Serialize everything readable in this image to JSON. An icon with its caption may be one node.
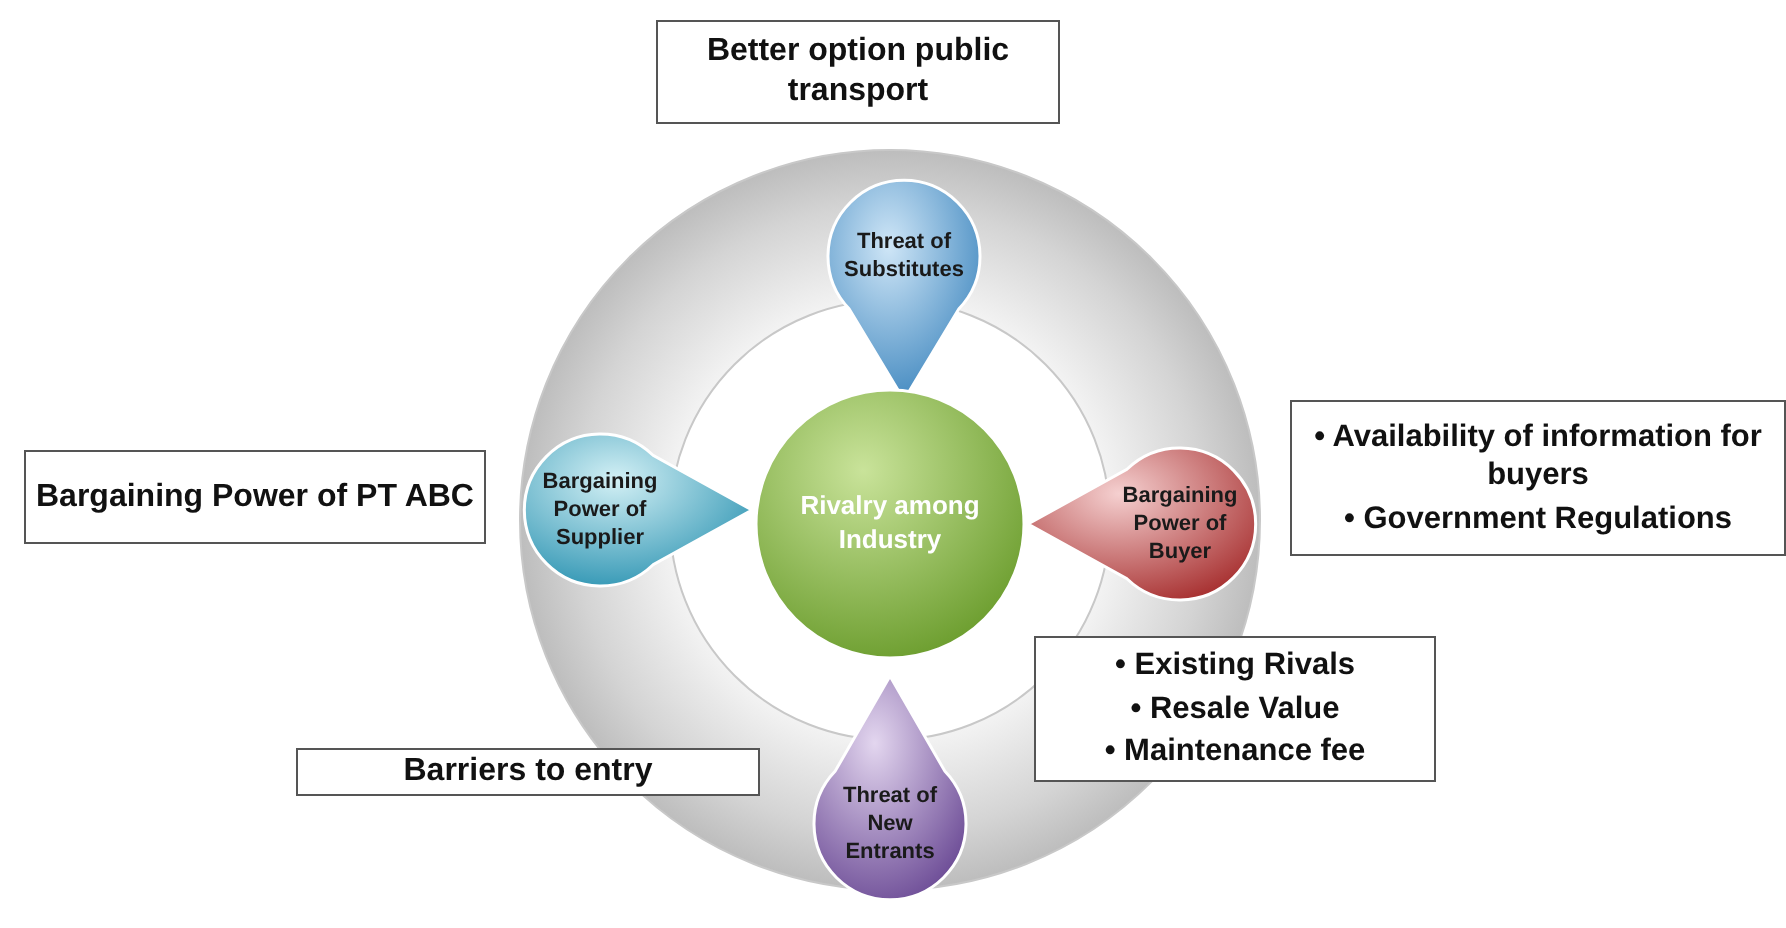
{
  "diagram": {
    "nodes": [
      {
        "text": [
          "Better option public transport"
        ]
      },
      {
        "text": [
          "Threat of Substitutes"
        ]
      },
      {
        "text": [
          "Bargaining Power of PT ABC"
        ]
      },
      {
        "text": [
          "Bargaining Power of Supplier"
        ]
      },
      {
        "text": [
          "Rivalry among Industry"
        ]
      },
      {
        "text": [
          "Bargaining Power of Buyer"
        ]
      },
      {
        "text": [
          "• Availability of information for buyers",
          "• Government Regulations"
        ]
      },
      {
        "text": [
          "• Existing Rivals",
          "• Resale Value",
          "• Maintenance fee"
        ]
      },
      {
        "text": [
          "Barriers to entry"
        ]
      },
      {
        "text": [
          "Threat of New Entrants"
        ]
      }
    ]
  }
}
